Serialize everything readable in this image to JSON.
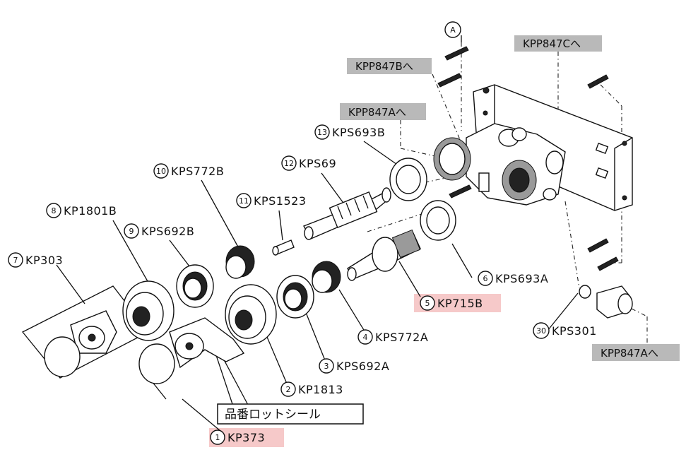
{
  "parts": [
    {
      "num": "1",
      "code": "KP373",
      "highlight": true
    },
    {
      "num": "2",
      "code": "KP1813"
    },
    {
      "num": "3",
      "code": "KPS692A"
    },
    {
      "num": "4",
      "code": "KPS772A"
    },
    {
      "num": "5",
      "code": "KP715B",
      "highlight": true
    },
    {
      "num": "6",
      "code": "KPS693A"
    },
    {
      "num": "7",
      "code": "KP303"
    },
    {
      "num": "8",
      "code": "KP1801B"
    },
    {
      "num": "9",
      "code": "KPS692B"
    },
    {
      "num": "10",
      "code": "KPS772B"
    },
    {
      "num": "11",
      "code": "KPS1523"
    },
    {
      "num": "12",
      "code": "KPS69"
    },
    {
      "num": "13",
      "code": "KPS693B"
    },
    {
      "num": "30",
      "code": "KPS301"
    }
  ],
  "refs": {
    "a": "A",
    "kpp847c": "KPP847Cへ",
    "kpp847b": "KPP847Bへ",
    "kpp847a_top": "KPP847Aへ",
    "kpp847a_bottom": "KPP847Aへ"
  },
  "seal_label": "品番ロットシール",
  "colors": {
    "highlight": "#f6c9c9",
    "ref_box": "#b9b9b9",
    "line": "#111111"
  }
}
